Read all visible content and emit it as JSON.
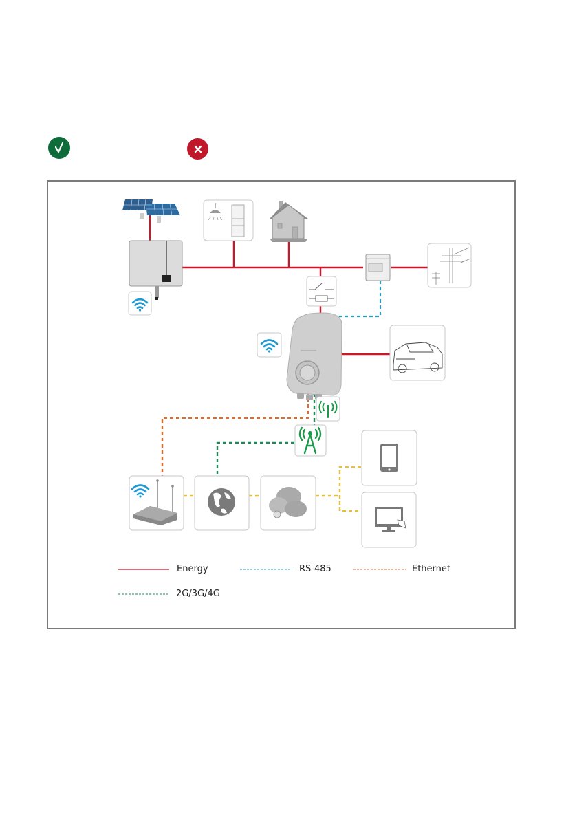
{
  "header": {
    "ok_badge": {
      "icon": "check-icon",
      "color": "#0e6b3a"
    },
    "no_badge": {
      "icon": "close-icon",
      "color": "#c0172b"
    }
  },
  "diagram": {
    "nodes": [
      {
        "id": "solar-panels",
        "icon": "solar-panel-icon"
      },
      {
        "id": "inverter",
        "icon": "inverter-icon"
      },
      {
        "id": "inverter-wifi",
        "icon": "wifi-icon"
      },
      {
        "id": "household-loads",
        "icon": "lamp-fridge-icon"
      },
      {
        "id": "house",
        "icon": "house-icon"
      },
      {
        "id": "energy-meter",
        "icon": "energy-meter-icon"
      },
      {
        "id": "grid",
        "icon": "power-pylon-icon"
      },
      {
        "id": "breaker",
        "icon": "switch-fuse-icon"
      },
      {
        "id": "charger",
        "icon": "ev-charger-icon"
      },
      {
        "id": "charger-wifi",
        "icon": "wifi-icon"
      },
      {
        "id": "car",
        "icon": "car-icon"
      },
      {
        "id": "charger-antenna",
        "icon": "antenna-icon"
      },
      {
        "id": "cell-tower",
        "icon": "cell-tower-icon"
      },
      {
        "id": "router",
        "icon": "router-icon"
      },
      {
        "id": "internet",
        "icon": "globe-icon"
      },
      {
        "id": "cloud",
        "icon": "cloud-icon"
      },
      {
        "id": "smartphone",
        "icon": "smartphone-icon"
      },
      {
        "id": "computer",
        "icon": "monitor-icon"
      }
    ],
    "colors": {
      "energy": "#c8182a",
      "rs485": "#2a9bbf",
      "ethernet": "#e0692a",
      "cellular": "#1a8a57",
      "data": "#e3c13e",
      "wifi": "#1f9ad6",
      "antenna": "#1a9a4a"
    }
  },
  "legend": {
    "energy": "Energy",
    "rs485": "RS-485",
    "ethernet": "Ethernet",
    "cellular": "2G/3G/4G"
  }
}
